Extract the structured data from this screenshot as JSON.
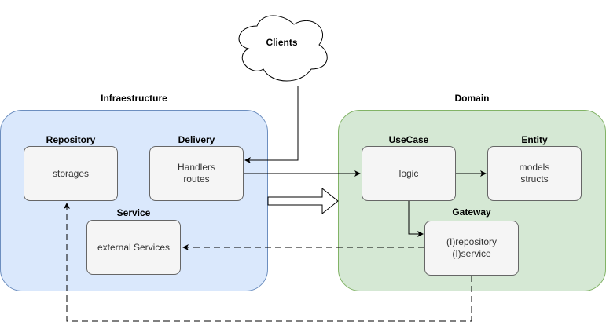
{
  "clients": {
    "label": "Clients"
  },
  "groups": {
    "infrastructure": {
      "title": "Infraestructure"
    },
    "domain": {
      "title": "Domain"
    }
  },
  "nodes": {
    "repository": {
      "title": "Repository",
      "lines": [
        "storages"
      ]
    },
    "delivery": {
      "title": "Delivery",
      "lines": [
        "Handlers",
        "routes"
      ]
    },
    "service": {
      "title": "Service",
      "lines": [
        "external Services"
      ]
    },
    "usecase": {
      "title": "UseCase",
      "lines": [
        "logic"
      ]
    },
    "entity": {
      "title": "Entity",
      "lines": [
        "models",
        "structs"
      ]
    },
    "gateway": {
      "title": "Gateway",
      "lines": [
        "(I)repository",
        "(I)service"
      ]
    }
  },
  "colors": {
    "infrastructure_fill": "#dae8fc",
    "infrastructure_stroke": "#6c8ebf",
    "domain_fill": "#d5e8d4",
    "domain_stroke": "#82b366",
    "node_fill": "#f5f5f5",
    "node_stroke": "#666666"
  }
}
